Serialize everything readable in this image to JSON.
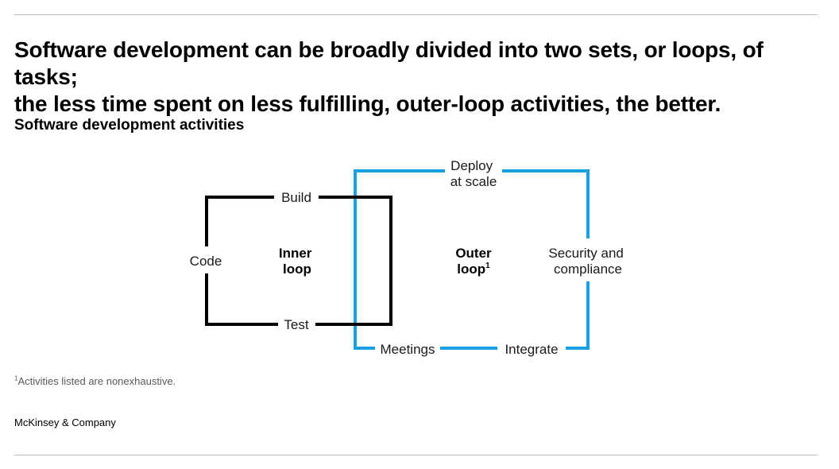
{
  "header": {
    "title_line1": "Software development can be broadly divided into two sets, or loops, of tasks;",
    "title_line2": "the less time spent on less fulfilling, outer-loop activities, the better.",
    "subtitle": "Software development activities"
  },
  "diagram": {
    "colors": {
      "inner_loop": "#000000",
      "outer_loop": "#1aa0e0"
    },
    "inner_loop": {
      "label_line1": "Inner",
      "label_line2": "loop",
      "activities": {
        "build": "Build",
        "code": "Code",
        "test": "Test"
      }
    },
    "outer_loop": {
      "label_line1": "Outer",
      "label_line2": "loop",
      "label_sup": "1",
      "activities": {
        "deploy_line1": "Deploy",
        "deploy_line2": "at scale",
        "security_line1": "Security and",
        "security_line2": "compliance",
        "integrate": "Integrate",
        "meetings": "Meetings"
      }
    }
  },
  "footer": {
    "footnote_marker": "1",
    "footnote": "Activities listed are nonexhaustive.",
    "source": "McKinsey & Company"
  }
}
